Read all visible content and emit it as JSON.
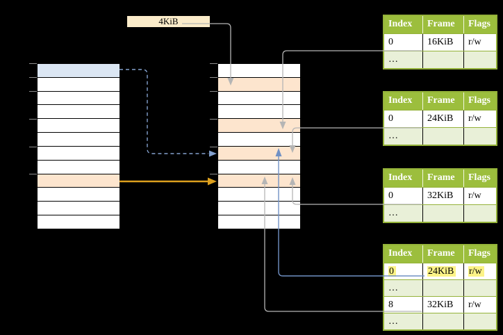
{
  "page_size_label": "4KiB",
  "memory_tables": {
    "virtual": {
      "row_count": 12,
      "blue_rows": [
        1
      ],
      "orange_rows": [
        9
      ]
    },
    "physical": {
      "row_count": 12,
      "blue_rows": [],
      "orange_rows": [
        2,
        5,
        7,
        9
      ]
    },
    "tick_rows": [
      0,
      1,
      2,
      4,
      6,
      8
    ]
  },
  "page_tables": [
    {
      "name": "page-table-16kib",
      "headers": [
        "Index",
        "Frame",
        "Flags"
      ],
      "rows": [
        [
          "0",
          "16KiB",
          "r/w"
        ],
        [
          "…",
          "",
          ""
        ]
      ],
      "alt_rows": [
        1
      ],
      "highlight_rows": []
    },
    {
      "name": "page-table-24kib",
      "headers": [
        "Index",
        "Frame",
        "Flags"
      ],
      "rows": [
        [
          "0",
          "24KiB",
          "r/w"
        ],
        [
          "…",
          "",
          ""
        ]
      ],
      "alt_rows": [
        1
      ],
      "highlight_rows": []
    },
    {
      "name": "page-table-32kib",
      "headers": [
        "Index",
        "Frame",
        "Flags"
      ],
      "rows": [
        [
          "0",
          "32KiB",
          "r/w"
        ],
        [
          "…",
          "",
          ""
        ]
      ],
      "alt_rows": [
        1
      ],
      "highlight_rows": []
    },
    {
      "name": "page-table-bottom",
      "headers": [
        "Index",
        "Frame",
        "Flags"
      ],
      "rows": [
        [
          "0",
          "24KiB",
          "r/w"
        ],
        [
          "…",
          "",
          ""
        ],
        [
          "8",
          "32KiB",
          "r/w"
        ],
        [
          "…",
          "",
          ""
        ]
      ],
      "alt_rows": [
        1,
        3
      ],
      "highlight_rows": [
        0
      ]
    }
  ],
  "colors": {
    "green_header": "#9cbe3d",
    "green_border": "#94b239",
    "green_light": "#e9f0d8",
    "row_blue": "#dbe6f3",
    "row_orange": "#fde5ce",
    "label_cream": "#fbecca",
    "highlight_yellow": "#fcf387",
    "arrow_gray": "#b5b5b5",
    "arrow_blue": "#7191c4",
    "dash_blue": "#84a1ce",
    "arrow_gold": "#dda01e",
    "tick_gray": "#8f8f8f"
  }
}
